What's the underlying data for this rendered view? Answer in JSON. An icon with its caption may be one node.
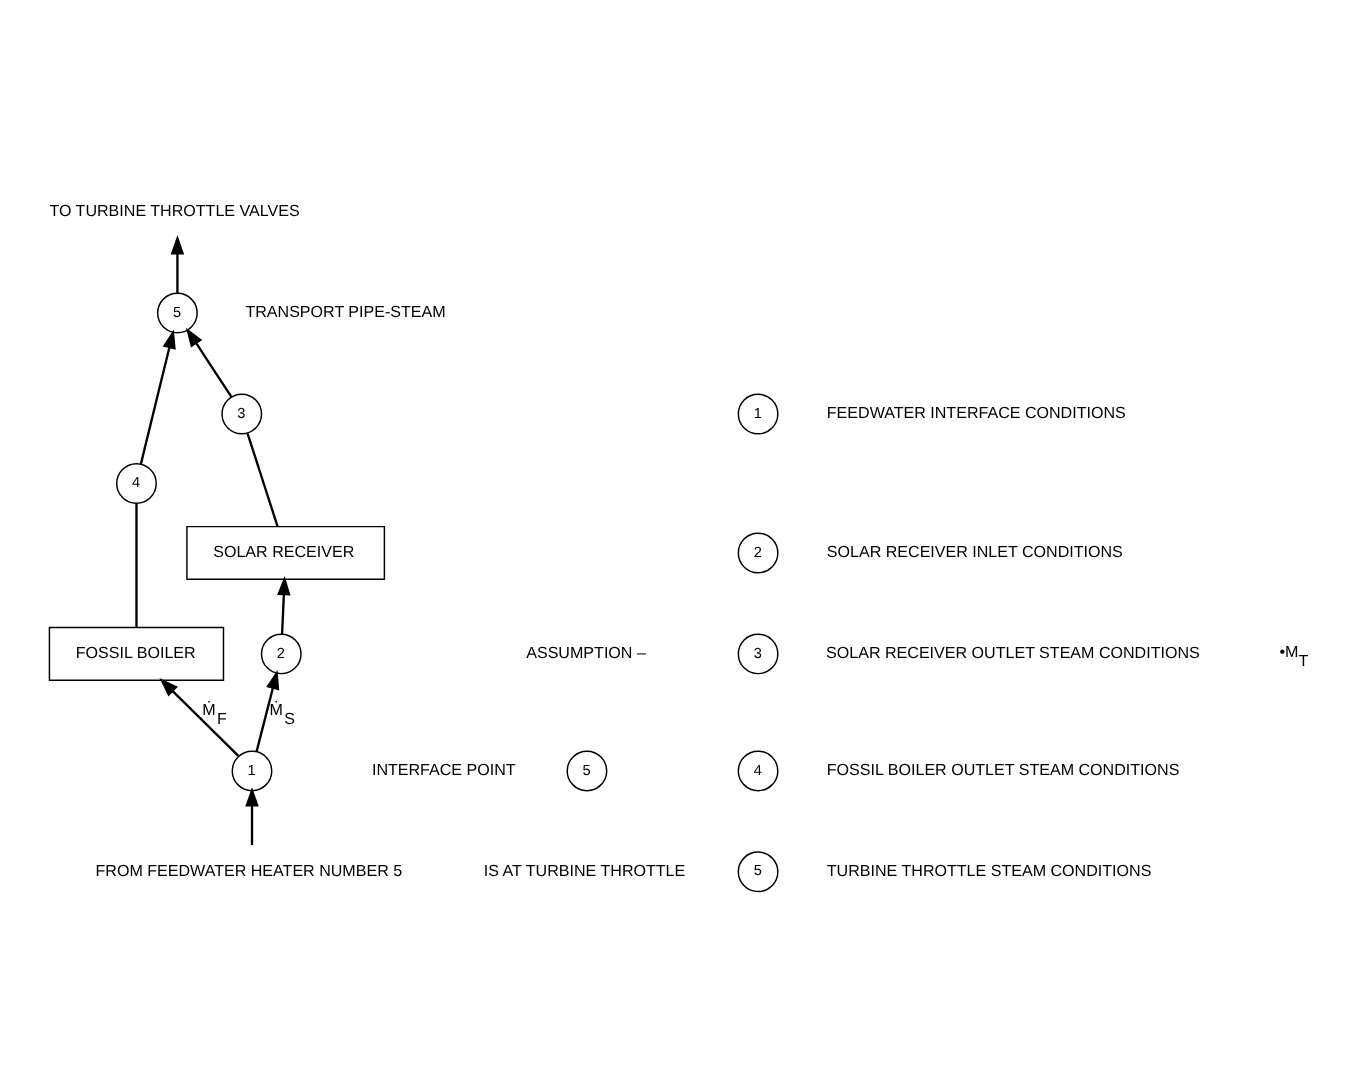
{
  "diagram": {
    "nodes": [
      {
        "text": [
          "5"
        ]
      },
      {
        "text": [
          "TO TURBINE THROTTLE VALVES"
        ]
      },
      {
        "text": [
          "4"
        ]
      },
      {
        "text": [
          "3"
        ]
      },
      {
        "text": [
          "SOLAR RECEIVER"
        ]
      },
      {
        "text": [
          "FOSSIL BOILER"
        ]
      },
      {
        "text": [
          "5"
        ]
      },
      {
        "text": [
          "2"
        ]
      },
      {
        "text": [
          "1"
        ]
      },
      {
        "text": [
          "FROM FEEDWATER HEATER NUMBER 5"
        ]
      },
      {
        "text": [
          "1"
        ],
        "beside": [
          "FEEDWATER INTERFACE CONDITIONS"
        ]
      },
      {
        "text": [
          "2"
        ],
        "beside": [
          "SOLAR RECEIVER INLET CONDITIONS"
        ]
      },
      {
        "text": [
          "3"
        ],
        "beside": [
          "SOLAR RECEIVER OUTLET STEAM CONDITIONS"
        ]
      },
      {
        "text": [
          "4"
        ],
        "beside": [
          "FOSSIL BOILER OUTLET STEAM CONDITIONS"
        ]
      },
      {
        "text": [
          "5"
        ],
        "beside": [
          "TURBINE THROTTLE STEAM CONDITIONS"
        ]
      }
    ],
    "edges": [
      {
        "from": 9,
        "to": 8,
        "arrow": "to"
      },
      {
        "from": 8,
        "to": 7,
        "arrow": "to",
        "label": "Ṁ$_{S}$"
      },
      {
        "from": 8,
        "to": 5,
        "arrow": "to",
        "label": "Ṁ$_{F}$"
      },
      {
        "from": 7,
        "to": 4,
        "arrow": "to"
      },
      {
        "from": 4,
        "to": 3,
        "arrow": "none"
      },
      {
        "from": 5,
        "to": 2,
        "arrow": "none"
      },
      {
        "from": 3,
        "to": 0,
        "arrow": "to"
      },
      {
        "from": 2,
        "to": 0,
        "arrow": "to"
      },
      {
        "from": 0,
        "to": 1,
        "arrow": "to"
      }
    ],
    "labels": [
      "TRANSPORT PIPE-STEAM",
      "ASSUMPTION –",
      "INTERFACE POINT",
      "IS AT TURBINE THROTTLE",
      "•M$_{T}$"
    ]
  }
}
